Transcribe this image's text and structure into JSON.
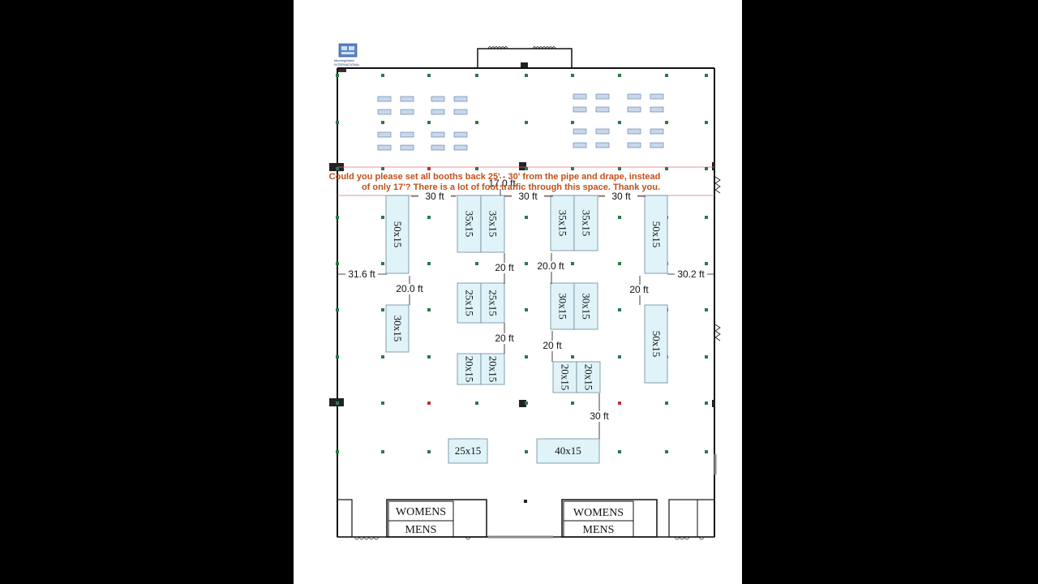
{
  "logo": {
    "name": "MeetingMatrix",
    "sub": "INTERNATIONAL"
  },
  "note": {
    "line1": "Could you please set all booths back 25' - 30' from the pipe and drape, instead",
    "line2": "of only 17'?  There is a lot of foot traffic through this space.  Thank you."
  },
  "booths": [
    {
      "id": "b-50x15-left",
      "label": "50x15"
    },
    {
      "id": "b-35x15-a",
      "label": "35x15"
    },
    {
      "id": "b-35x15-b",
      "label": "35x15"
    },
    {
      "id": "b-35x15-c",
      "label": "35x15"
    },
    {
      "id": "b-35x15-d",
      "label": "35x15"
    },
    {
      "id": "b-50x15-right-top",
      "label": "50x15"
    },
    {
      "id": "b-30x15-left",
      "label": "30x15"
    },
    {
      "id": "b-25x15-a",
      "label": "25x15"
    },
    {
      "id": "b-25x15-b",
      "label": "25x15"
    },
    {
      "id": "b-30x15-a",
      "label": "30x15"
    },
    {
      "id": "b-30x15-b",
      "label": "30x15"
    },
    {
      "id": "b-50x15-right-bottom",
      "label": "50x15"
    },
    {
      "id": "b-20x15-a",
      "label": "20x15"
    },
    {
      "id": "b-20x15-b",
      "label": "20x15"
    },
    {
      "id": "b-20x15-c",
      "label": "20x15"
    },
    {
      "id": "b-20x15-d",
      "label": "20x15"
    },
    {
      "id": "b-25x15-bottom",
      "label": "25x15"
    },
    {
      "id": "b-40x15-bottom",
      "label": "40x15"
    }
  ],
  "dimensions": [
    {
      "id": "d-17ft",
      "label": "17.0 ft"
    },
    {
      "id": "d-30ft-a",
      "label": "30 ft"
    },
    {
      "id": "d-30ft-b",
      "label": "30 ft"
    },
    {
      "id": "d-30ft-c",
      "label": "30 ft"
    },
    {
      "id": "d-31-6ft",
      "label": "31.6 ft"
    },
    {
      "id": "d-20ft-left",
      "label": "20.0 ft"
    },
    {
      "id": "d-20ft-mid-a",
      "label": "20 ft"
    },
    {
      "id": "d-20ft-mid-b",
      "label": "20.0 ft"
    },
    {
      "id": "d-20ft-right",
      "label": "20 ft"
    },
    {
      "id": "d-30-2ft",
      "label": "30.2 ft"
    },
    {
      "id": "d-20ft-mid-c",
      "label": "20 ft"
    },
    {
      "id": "d-20ft-mid-d",
      "label": "20 ft"
    },
    {
      "id": "d-30ft-bottom",
      "label": "30 ft"
    }
  ],
  "restrooms": [
    {
      "id": "r-womens-left",
      "label": "WOMENS"
    },
    {
      "id": "r-mens-left",
      "label": "MENS"
    },
    {
      "id": "r-womens-right",
      "label": "WOMENS"
    },
    {
      "id": "r-mens-right",
      "label": "MENS"
    }
  ],
  "colors": {
    "booth_fill": "#dff3f9",
    "note_text": "#c0501a",
    "column_dot": "#2a7a4a",
    "red_dot": "#c0302a",
    "guide_line": "#e07070"
  }
}
